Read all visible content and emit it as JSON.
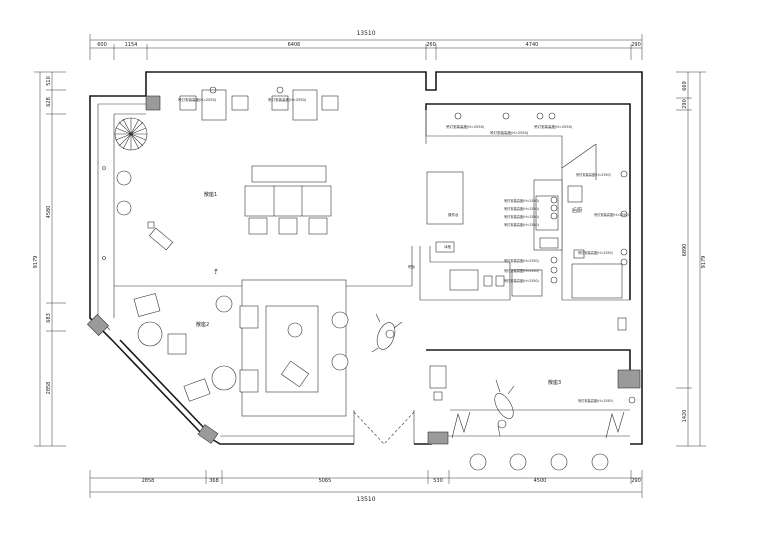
{
  "dims": {
    "top_total": "13510",
    "top_segments": [
      "600",
      "1154",
      "6406",
      "260",
      "4740",
      "290"
    ],
    "bottom_segments": [
      "2858",
      "368",
      "5065",
      "530",
      "4500",
      "290"
    ],
    "bottom_total": "13510",
    "left_total": "9179",
    "left_segments": [
      "510",
      "628",
      "4580",
      "683",
      "2858"
    ],
    "right_total": "9179",
    "right_inner": "6890",
    "right_segments": [
      "669",
      "290",
      "1420"
    ]
  },
  "rooms": {
    "zone1": "散座1",
    "zone2": "散座2",
    "zone3": "散座3",
    "kitchen": "后厨"
  },
  "annotations": {
    "pendant_top_a": "吊灯安装高度(H=2550)",
    "pendant_top_b": "吊灯安装高度(H=2550)",
    "pendant_mid_a": "吊灯安装高度(H=2550)",
    "pendant_mid_b": "吊灯安装高度(H=2550)",
    "kitchen_right": "吊灯安装高度(H=2550)",
    "bar_labels": [
      "吊灯安装高度(H=2550)",
      "吊灯安装高度(H=2550)",
      "吊灯安装高度(H=2550)",
      "吊灯安装高度(H=2550)",
      "吊灯安装高度(H=2550)",
      "吊灯安装高度(H=2550)",
      "吊灯安装高度(H=2550)"
    ],
    "right_kitchen_labels": [
      "吊灯安装高度(H=2550)",
      "吊灯安装高度(H=2550)",
      "吊灯安装高度(H=2550)"
    ],
    "zone3_label": "吊灯安装高度(H=2550)",
    "counter_tag": "操作台",
    "bar_left_tag": "吧台",
    "small_tag": "冰柜"
  }
}
